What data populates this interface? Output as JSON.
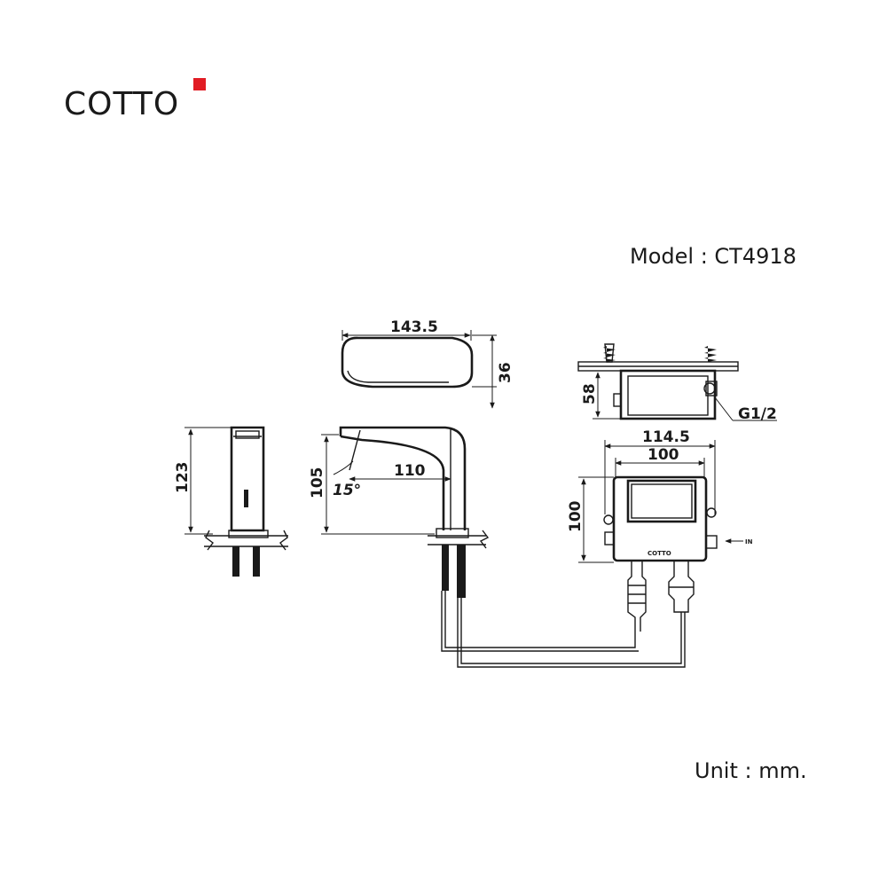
{
  "brand": {
    "name": "COTTO",
    "accent_color": "#e11c24"
  },
  "model_label": "Model : CT4918",
  "unit_label": "Unit : mm.",
  "dimensions": {
    "top_length": "143.5",
    "top_depth": "36",
    "side_height": "123",
    "spout_height": "105",
    "spout_reach": "110",
    "spout_angle": "15°",
    "box_height": "58",
    "thread": "G1/2",
    "box_outer_width": "114.5",
    "box_inner_width": "100",
    "box_front_height": "100",
    "box_brand": "COTTO",
    "inlet_mark": "IN"
  }
}
